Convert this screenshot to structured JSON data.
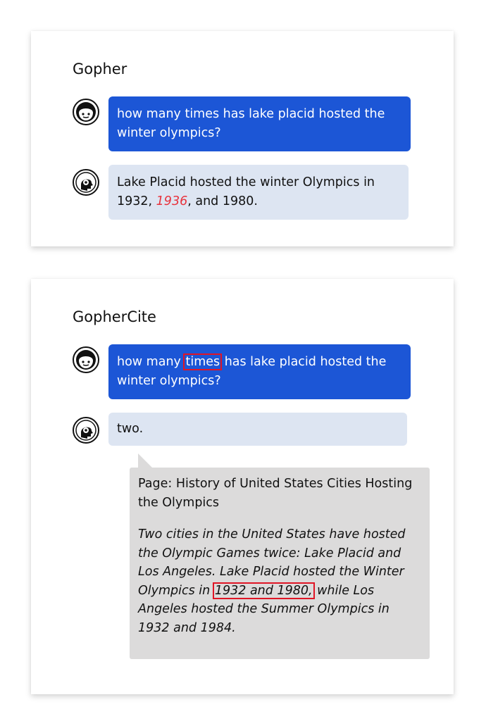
{
  "panels": [
    {
      "title": "Gopher",
      "question": "how many times has lake placid hosted the winter olympics?",
      "answer": {
        "before": "Lake Placid hosted the winter Olympics in 1932, ",
        "wrong": "1936",
        "after": ", and 1980."
      }
    },
    {
      "title": "GopherCite",
      "question": {
        "before": "how many ",
        "highlight": "times",
        "after": " has lake placid hosted the winter olympics?"
      },
      "answer": "two.",
      "citation": {
        "page": "Page: History of United States Cities Hosting the Olympics",
        "quote_before": "Two cities in the United States have hosted the Olympic Games twice: Lake Placid and Los Angeles. Lake Placid hosted the Winter Olympics in ",
        "quote_highlight": "1932 and 1980,",
        "quote_after": " while Los Angeles hosted the Summer Olympics in 1932 and 1984."
      }
    }
  ],
  "colors": {
    "user_bubble": "#1c56d6",
    "bot_bubble": "#dde5f2",
    "citation_bg": "#dcdbdb",
    "highlight_box": "#e01525",
    "wrong_answer": "#e8323c"
  },
  "icons": {
    "user": "user-face-icon",
    "bot": "gopher-head-gear-icon"
  }
}
